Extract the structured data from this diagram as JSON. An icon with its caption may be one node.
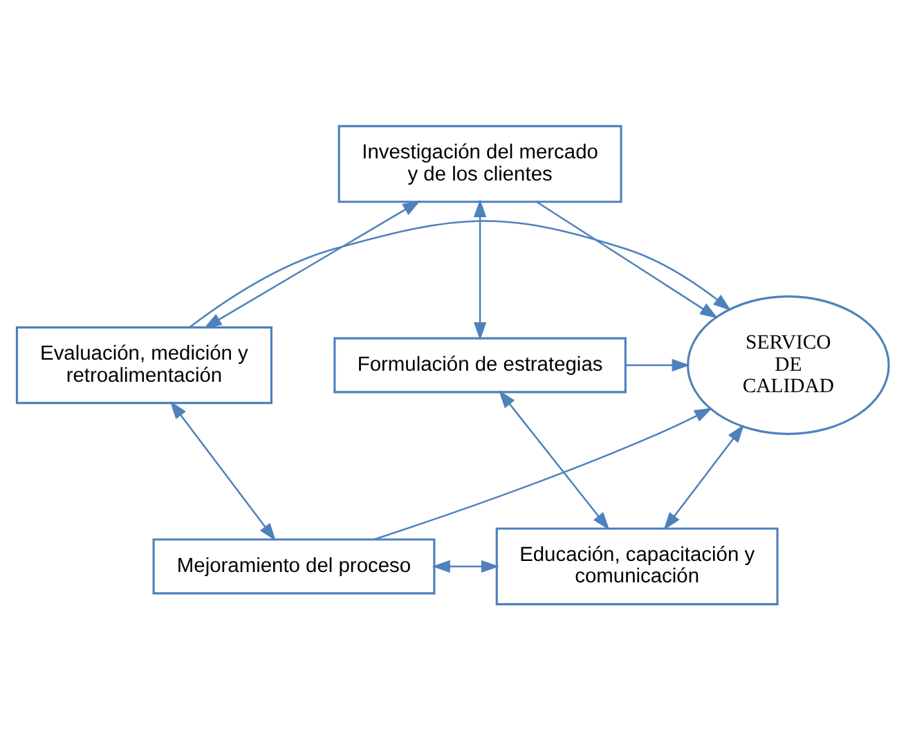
{
  "diagram": {
    "nodes": [
      {
        "text": [
          "Investigación del mercado y de los clientes"
        ]
      },
      {
        "text": [
          "SERVICO DE CALIDAD"
        ]
      },
      {
        "text": [
          "Evaluación, medición y retroalimentación"
        ]
      },
      {
        "text": [
          "Formulación de estrategias"
        ]
      },
      {
        "text": [
          "Mejoramiento del proceso"
        ]
      },
      {
        "text": [
          "Educación, capacitación y comunicación"
        ]
      }
    ],
    "edges": [
      {
        "from": 0,
        "to": 2,
        "arrow": "both"
      },
      {
        "from": 0,
        "to": 3,
        "arrow": "both"
      },
      {
        "from": 0,
        "to": 1,
        "arrow": "to"
      },
      {
        "from": 2,
        "to": 1,
        "arrow": "to"
      },
      {
        "from": 3,
        "to": 1,
        "arrow": "to"
      },
      {
        "from": 2,
        "to": 4,
        "arrow": "both"
      },
      {
        "from": 4,
        "to": 1,
        "arrow": "to"
      },
      {
        "from": 1,
        "to": 5,
        "arrow": "both"
      },
      {
        "from": 3,
        "to": 5,
        "arrow": "both"
      },
      {
        "from": 4,
        "to": 5,
        "arrow": "both"
      }
    ]
  }
}
